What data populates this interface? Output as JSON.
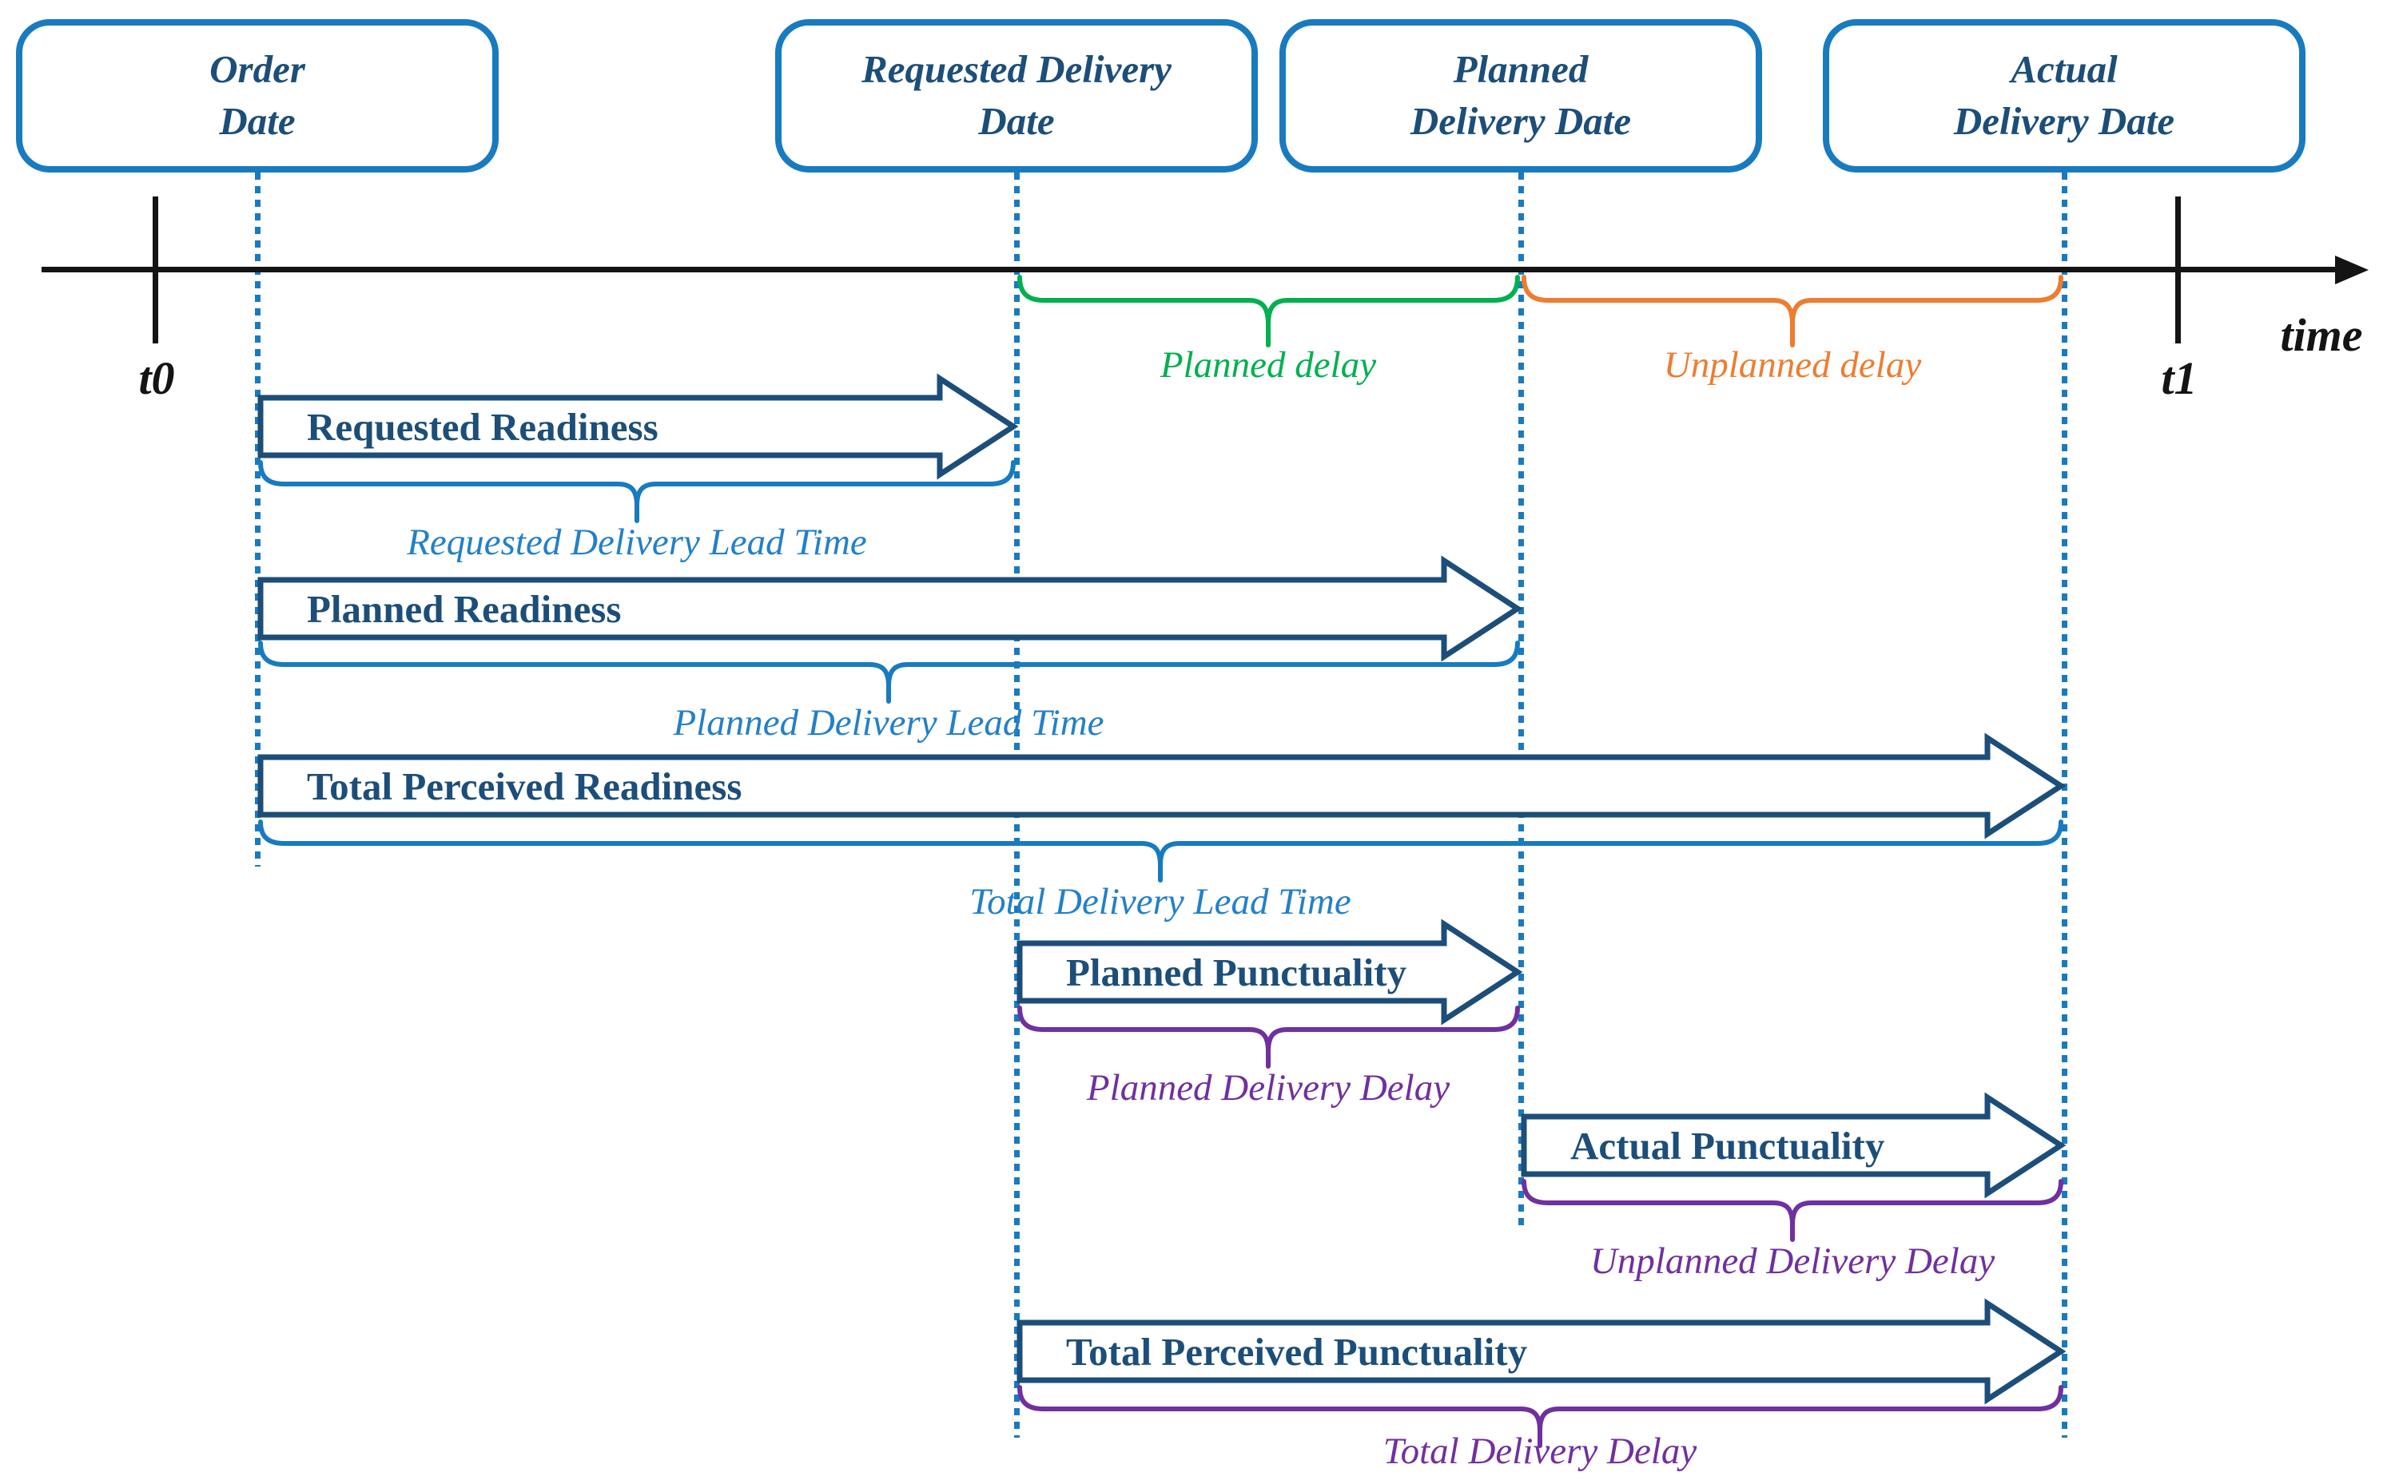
{
  "title_implicit": "Delivery dates and lead time / delay timeline diagram",
  "colors": {
    "blue": "#187BC0",
    "navy": "#1C4E79",
    "label_blue": "#2380C8",
    "green": "#00B050",
    "orange": "#ED7D31",
    "purple": "#7030A0",
    "black": "#141414"
  },
  "date_boxes": [
    {
      "id": "order-date",
      "label": "Order\nDate"
    },
    {
      "id": "requested-delivery-date",
      "label": "Requested Delivery\nDate"
    },
    {
      "id": "planned-delivery-date",
      "label": "Planned\nDelivery Date"
    },
    {
      "id": "actual-delivery-date",
      "label": "Actual\nDelivery Date"
    }
  ],
  "axis": {
    "label": "time",
    "start_tick_label": "t0",
    "end_tick_label": "t1"
  },
  "axis_delays": [
    {
      "id": "planned-delay",
      "label": "Planned delay",
      "color": "green",
      "from": "Requested Delivery Date",
      "to": "Planned Delivery Date"
    },
    {
      "id": "unplanned-delay",
      "label": "Unplanned delay",
      "color": "orange",
      "from": "Planned Delivery Date",
      "to": "Actual Delivery Date"
    }
  ],
  "arrows": [
    {
      "id": "requested-readiness",
      "label": "Requested Readiness",
      "from": "Order Date",
      "to": "Requested Delivery Date",
      "brace_label": "Requested Delivery Lead Time",
      "brace_color": "blue"
    },
    {
      "id": "planned-readiness",
      "label": "Planned Readiness",
      "from": "Order Date",
      "to": "Planned Delivery Date",
      "brace_label": "Planned Delivery Lead Time",
      "brace_color": "blue"
    },
    {
      "id": "total-perceived-readiness",
      "label": "Total Perceived Readiness",
      "from": "Order Date",
      "to": "Actual Delivery Date",
      "brace_label": "Total Delivery Lead Time",
      "brace_color": "blue"
    },
    {
      "id": "planned-punctuality",
      "label": "Planned Punctuality",
      "from": "Requested Delivery Date",
      "to": "Planned Delivery Date",
      "brace_label": "Planned Delivery Delay",
      "brace_color": "purple"
    },
    {
      "id": "actual-punctuality",
      "label": "Actual Punctuality",
      "from": "Planned Delivery Date",
      "to": "Actual Delivery Date",
      "brace_label": "Unplanned Delivery Delay",
      "brace_color": "purple"
    },
    {
      "id": "total-perceived-punctuality",
      "label": "Total Perceived Punctuality",
      "from": "Requested Delivery Date",
      "to": "Actual Delivery Date",
      "brace_label": "Total Delivery Delay",
      "brace_color": "purple"
    }
  ]
}
